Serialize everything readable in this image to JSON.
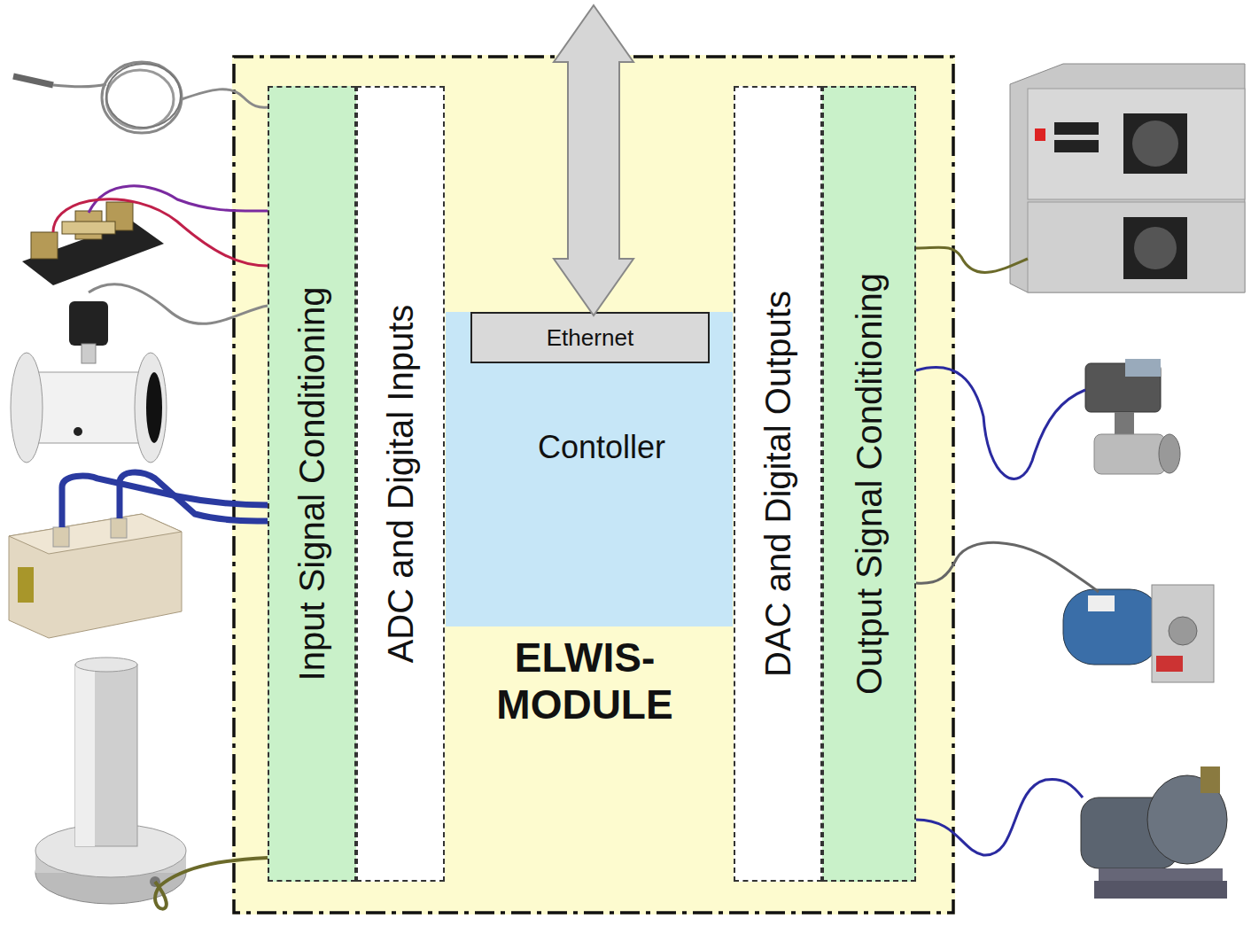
{
  "diagram": {
    "nodes": [
      {
        "text": [
          "ELWIS- MODULE"
        ]
      },
      {
        "text": [
          "Input Signal Conditioning"
        ],
        "in": 0
      },
      {
        "text": [
          "ADC and Digital Inputs"
        ],
        "in": 0
      },
      {
        "text": [
          "Contoller"
        ],
        "in": 0
      },
      {
        "text": [
          "Ethernet"
        ],
        "in": 3
      },
      {
        "text": [
          "DAC and Digital Outputs"
        ],
        "in": 0
      },
      {
        "text": [
          "Output Signal Conditioning"
        ],
        "in": 0
      }
    ]
  }
}
